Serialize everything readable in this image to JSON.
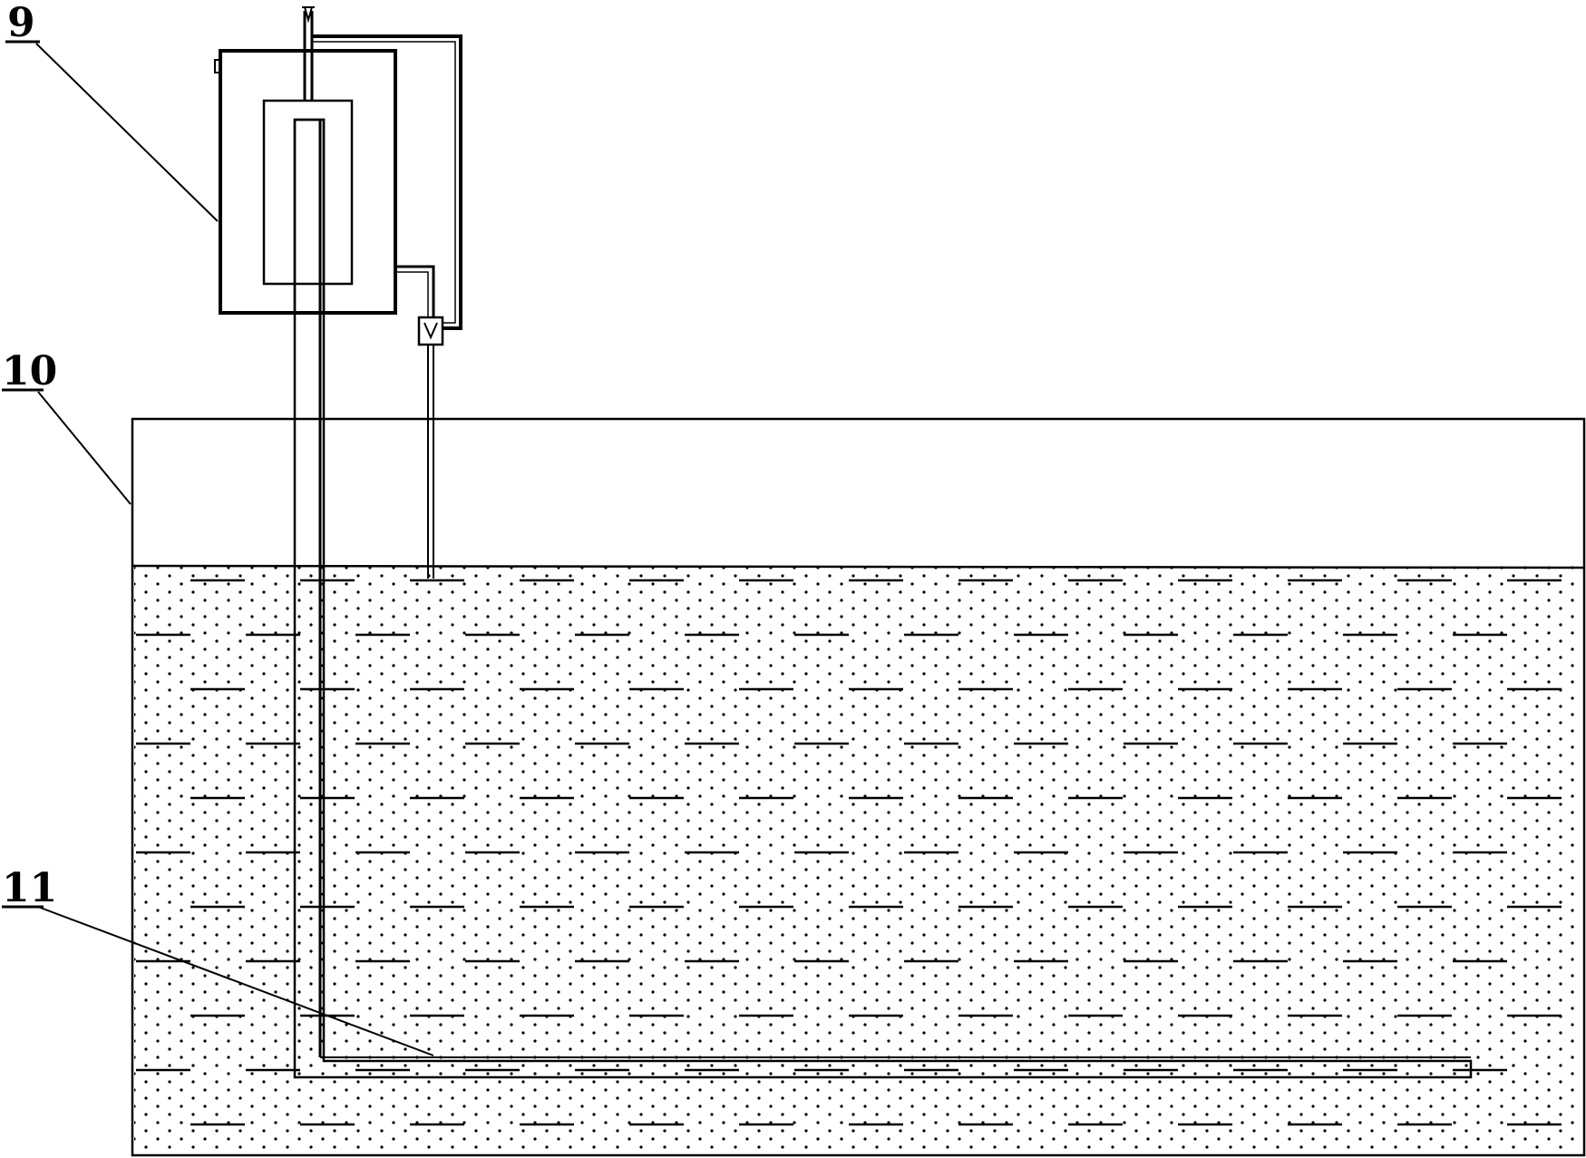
{
  "labels": {
    "label_9": "9",
    "label_10": "10",
    "label_11": "11"
  },
  "colors": {
    "line": "#000000",
    "background": "#ffffff",
    "liquid_dot": "#000000"
  }
}
